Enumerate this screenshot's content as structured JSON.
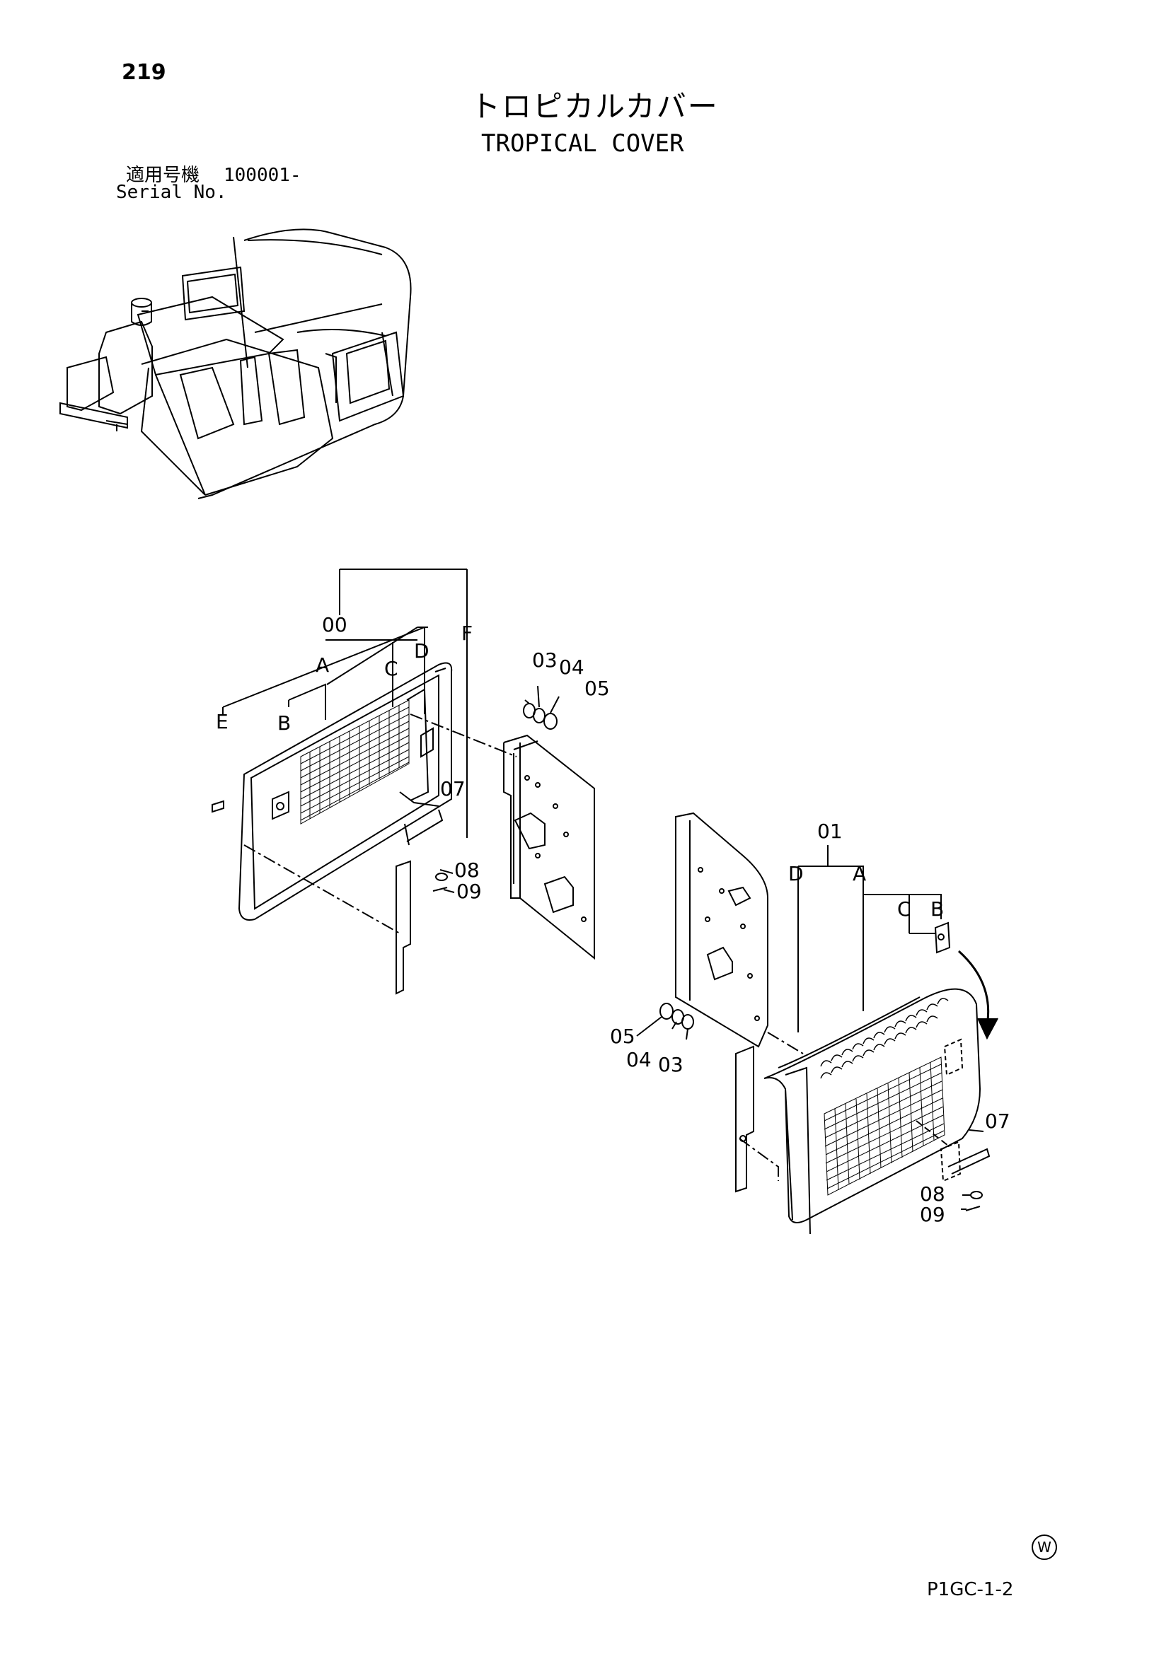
{
  "page_number": "219",
  "title_jp": "トロピカルカバー",
  "title_en": "TROPICAL COVER",
  "serial_label_jp": "適用号機",
  "serial_value": "100001-",
  "serial_label_en": "Serial No.",
  "code": "P1GC-1-2",
  "mark": "W",
  "callouts": {
    "l00": "00",
    "lA": "A",
    "lB": "B",
    "lC": "C",
    "lD": "D",
    "lE": "E",
    "lF": "F",
    "l03a": "03",
    "l04a": "04",
    "l05a": "05",
    "l07a": "07",
    "l08a": "08",
    "l09a": "09",
    "l01": "01",
    "rD": "D",
    "rA": "A",
    "rC": "C",
    "rB": "B",
    "l05b": "05",
    "l04b": "04",
    "l03b": "03",
    "l07b": "07",
    "l08b": "08",
    "l09b": "09"
  }
}
